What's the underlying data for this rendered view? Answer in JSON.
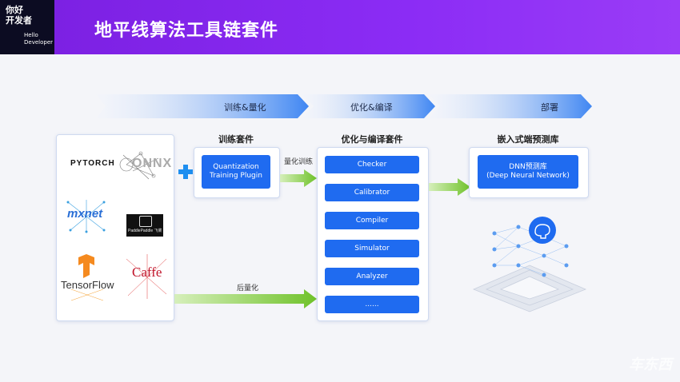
{
  "header": {
    "logo_line1": "你好",
    "logo_line2": "开发者",
    "logo_sub1": "Hello",
    "logo_sub2": "Developer",
    "title": "地平线算法工具链套件"
  },
  "stages": [
    {
      "label": "训练&量化"
    },
    {
      "label": "优化&编译"
    },
    {
      "label": "部署"
    }
  ],
  "frameworks": {
    "pytorch": "PYTORCH",
    "onnx": "ONNX",
    "mxnet": "mxnet",
    "paddle": "PaddlePaddle 飞桨",
    "tensorflow": "TensorFlow",
    "caffe": "Caffe"
  },
  "training": {
    "title": "训练套件",
    "button": "Quantization Training Plugin"
  },
  "arrows": {
    "qat": "量化训练",
    "ptq": "后量化"
  },
  "optimize": {
    "title": "优化与编译套件",
    "items": [
      "Checker",
      "Calibrator",
      "Compiler",
      "Simulator",
      "Analyzer",
      "......"
    ]
  },
  "deploy": {
    "title": "嵌入式端预测库",
    "button_line1": "DNN预测库",
    "button_line2": "(Deep Neural Network)"
  },
  "colors": {
    "header": "#8b2cf5",
    "button": "#1f6bf0",
    "arrow_green": "#7ccc2c"
  },
  "watermark": "车东西"
}
